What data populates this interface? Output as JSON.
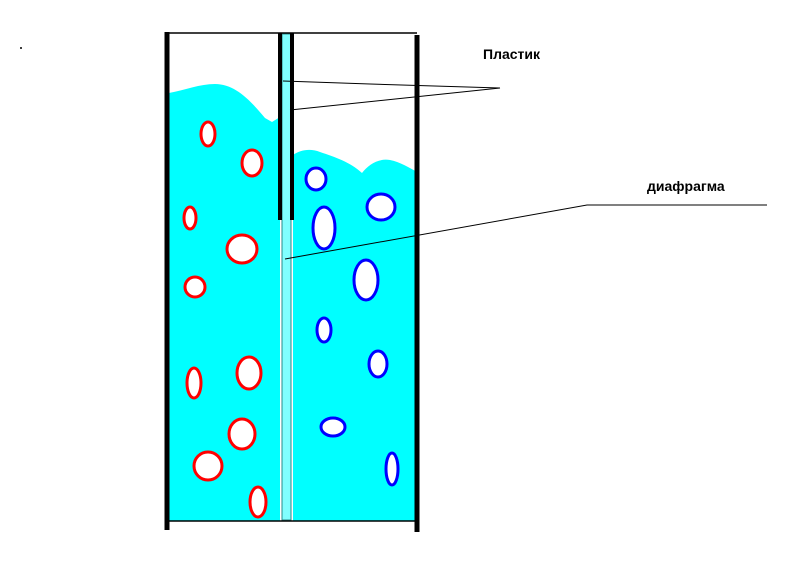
{
  "labels": {
    "plastic": "Пластик",
    "diaphragm": "диафрагма"
  },
  "colors": {
    "water": "#00ffff",
    "diaphragm": "#80ffff",
    "left_ions": "#ff0000",
    "right_ions": "#0000ff",
    "walls": "#000000"
  },
  "left_bubbles": [
    [
      208,
      134,
      7,
      12
    ],
    [
      252,
      163,
      10,
      13
    ],
    [
      190,
      218,
      6,
      11
    ],
    [
      242,
      249,
      15,
      14
    ],
    [
      195,
      287,
      10,
      10
    ],
    [
      194,
      383,
      7,
      15
    ],
    [
      249,
      373,
      12,
      16
    ],
    [
      242,
      434,
      13,
      15
    ],
    [
      208,
      466,
      14,
      14
    ],
    [
      258,
      502,
      8,
      15
    ]
  ],
  "right_bubbles": [
    [
      316,
      179,
      10,
      11
    ],
    [
      324,
      228,
      11,
      21
    ],
    [
      381,
      207,
      14,
      13
    ],
    [
      366,
      280,
      12,
      20
    ],
    [
      324,
      330,
      7,
      12
    ],
    [
      378,
      364,
      9,
      13
    ],
    [
      333,
      427,
      12,
      9
    ],
    [
      392,
      469,
      6,
      16
    ]
  ]
}
